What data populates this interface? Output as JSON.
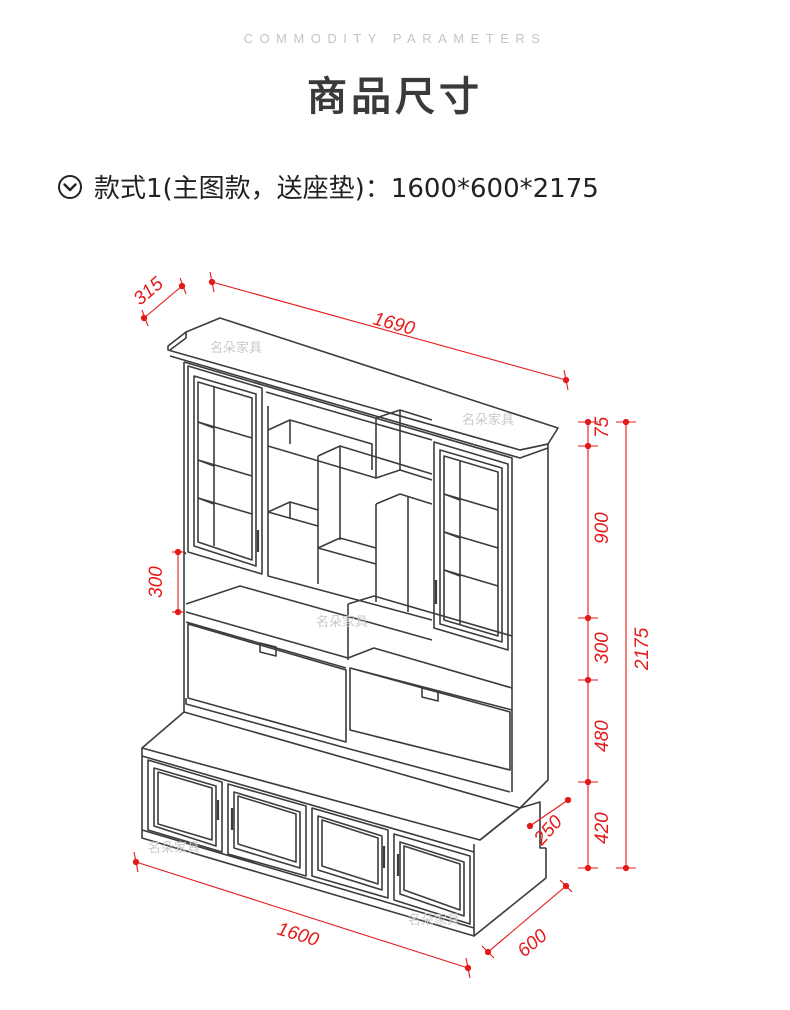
{
  "header": {
    "eyebrow": "COMMODITY PARAMETERS",
    "title": "商品尺寸"
  },
  "variant": {
    "icon": "chevron-down-circle-icon",
    "label": "款式1(主图款，送座垫)：1600*600*2175"
  },
  "diagram": {
    "line_color": "#3c3c3c",
    "dimension_color": "#e41a1a",
    "dimensions": {
      "top_depth": "315",
      "top_width": "1690",
      "left_open_shelf": "300",
      "right_crown": "75",
      "right_upper": "900",
      "right_open_shelf": "300",
      "right_flap": "480",
      "right_base": "420",
      "overall_height": "2175",
      "base_step": "250",
      "base_depth": "600",
      "base_width": "1600"
    },
    "watermark": "名朵家具"
  }
}
